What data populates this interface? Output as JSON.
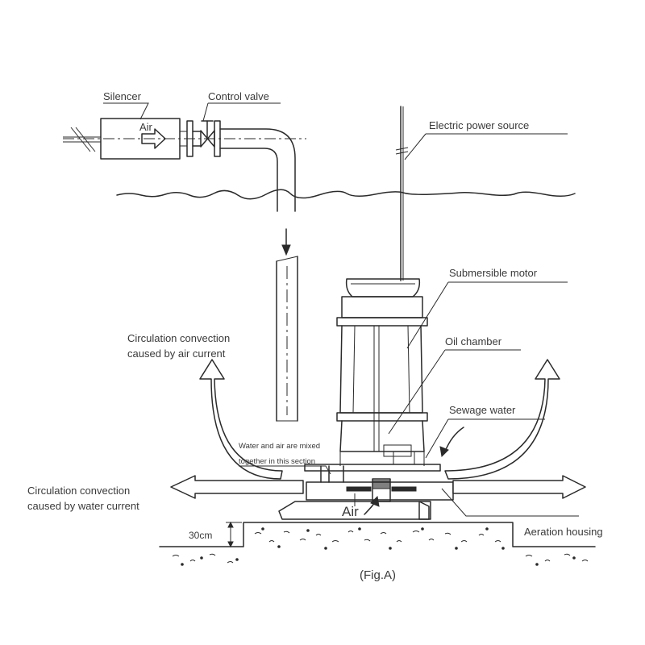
{
  "labels": {
    "silencer": "Silencer",
    "control_valve": "Control  valve",
    "air_top": "Air",
    "electric_power_source": "Electric power source",
    "submersible_motor": "Submersible motor",
    "oil_chamber": "Oil chamber",
    "sewage_water": "Sewage water",
    "mix_line1": "Water and air are mixed",
    "mix_line2": "together in this section",
    "circ_air_line1": "Circulation  convection",
    "circ_air_line2": "caused by air current",
    "circ_water_line1": "Circulation  convection",
    "circ_water_line2": "caused by water current",
    "air_bottom": "Air",
    "aeration_housing": "Aeration housing",
    "depth": "30cm",
    "figure_caption": "(Fig.A)"
  }
}
